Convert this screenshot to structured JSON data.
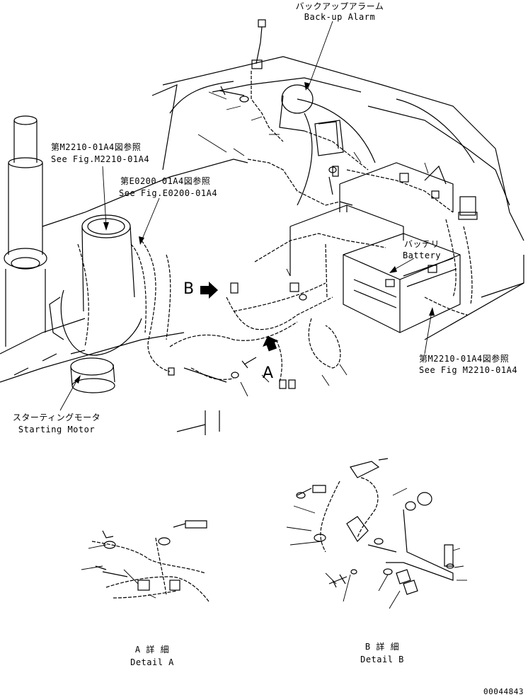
{
  "labels": {
    "backup_alarm_jp": "バックアップアラーム",
    "backup_alarm_en": "Back-up Alarm",
    "ref1_jp": "第M2210-01A4図参照",
    "ref1_en": "See Fig.M2210-01A4",
    "ref2_jp": "第E0200-01A4図参照",
    "ref2_en": "See Fig.E0200-01A4",
    "battery_jp": "バッテリ",
    "battery_en": "Battery",
    "ref3_jp": "第M2210-01A4図参照",
    "ref3_en": "See Fig M2210-01A4",
    "starting_motor_jp": "スターティングモータ",
    "starting_motor_en": "Starting Motor",
    "marker_a": "A",
    "marker_b": "B",
    "detail_a_jp": "A 詳 細",
    "detail_a_en": "Detail A",
    "detail_b_jp": "B 詳 細",
    "detail_b_en": "Detail B",
    "drawing_number": "00044843"
  }
}
